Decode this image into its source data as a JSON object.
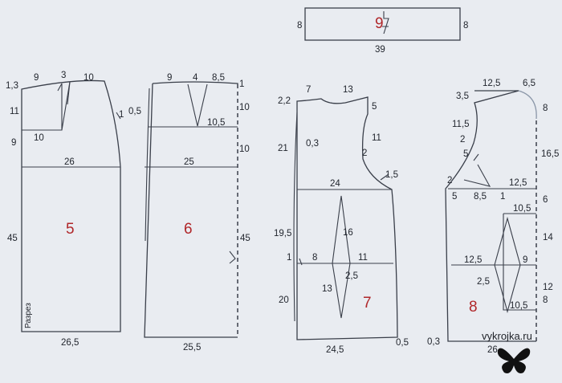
{
  "watermark": "vykrojka.ru",
  "pieces": [
    {
      "number": "5",
      "slit": "Разрез",
      "measures": [
        "1,3",
        "9",
        "3",
        "10",
        "11",
        "10",
        "9",
        "1",
        "26",
        "45",
        "26,5"
      ]
    },
    {
      "number": "6",
      "measures": [
        "9",
        "4",
        "8,5",
        "1",
        "0,5",
        "10",
        "10,5",
        "10",
        "25",
        "45",
        "25,5"
      ]
    },
    {
      "number": "7",
      "measures": [
        "2,2",
        "7",
        "13",
        "5",
        "21",
        "0,3",
        "11",
        "2",
        "1,5",
        "24",
        "19,5",
        "16",
        "1",
        "8",
        "11",
        "2,5",
        "13",
        "20",
        "24,5",
        "0,5"
      ]
    },
    {
      "number": "8",
      "measures": [
        "12,5",
        "6,5",
        "3,5",
        "8",
        "11,5",
        "2",
        "5",
        "16,5",
        "2",
        "12,5",
        "5",
        "8,5",
        "1",
        "6",
        "10,5",
        "14",
        "12,5",
        "9",
        "2,5",
        "12",
        "10,5",
        "8",
        "0,3",
        "26"
      ]
    },
    {
      "number": "9",
      "measures": [
        "8",
        "8",
        "39"
      ]
    }
  ],
  "colors": {
    "paper": "#e9ecf1",
    "lines": "#3a3f4a",
    "piece_numbers": "#b0272a"
  }
}
